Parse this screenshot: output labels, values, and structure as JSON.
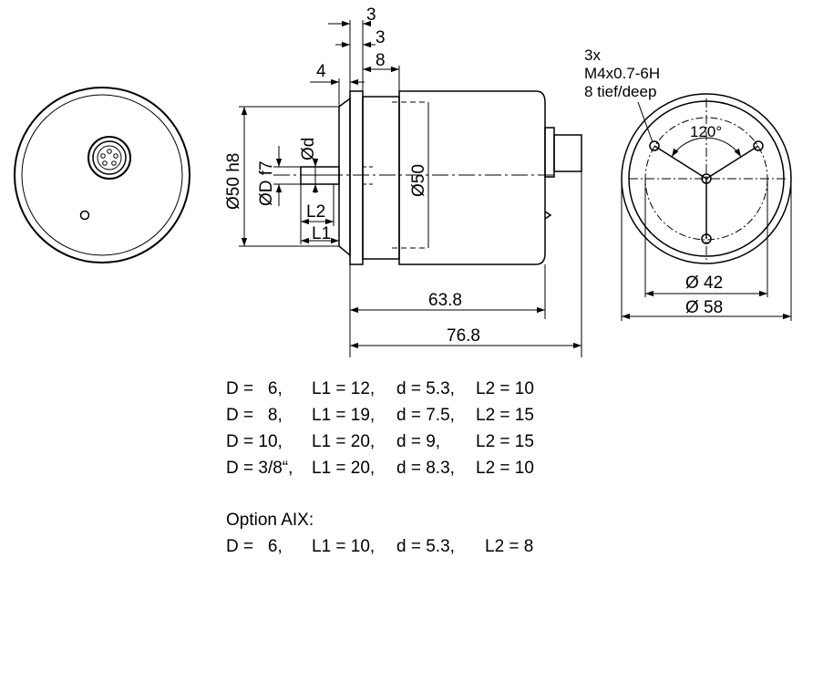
{
  "dimensions": {
    "top_3a": "3",
    "top_3b": "3",
    "top_8": "8",
    "top_4": "4",
    "dia_50h8": "Ø50 h8",
    "dia_Df7": "ØD f7",
    "dia_d": "Ød",
    "dia_50": "Ø50",
    "len_L2": "L2",
    "len_L1": "L1",
    "len_63_8": "63.8",
    "len_76_8": "76.8",
    "dia_42": "Ø 42",
    "dia_58": "Ø 58",
    "angle_120": "120°"
  },
  "thread_note": {
    "line1": "3x",
    "line2": "M4x0.7-6H",
    "line3": "8 tief/deep"
  },
  "variants": [
    {
      "D": "D =   6,",
      "L1": "L1 = 12,",
      "d": "d = 5.3,",
      "L2": "L2 = 10"
    },
    {
      "D": "D =   8,",
      "L1": "L1 = 19,",
      "d": "d = 7.5,",
      "L2": "L2 = 15"
    },
    {
      "D": "D = 10,",
      "L1": "L1 = 20,",
      "d": "d = 9,",
      "L2": "L2 = 15"
    },
    {
      "D": "D = 3/8“,",
      "L1": "L1 = 20,",
      "d": "d = 8.3,",
      "L2": "L2 = 10"
    }
  ],
  "option": {
    "title": "Option AIX:",
    "D": "D =   6,",
    "L1": "L1 = 10,",
    "d": "d = 5.3,",
    "L2": "L2 = 8"
  }
}
